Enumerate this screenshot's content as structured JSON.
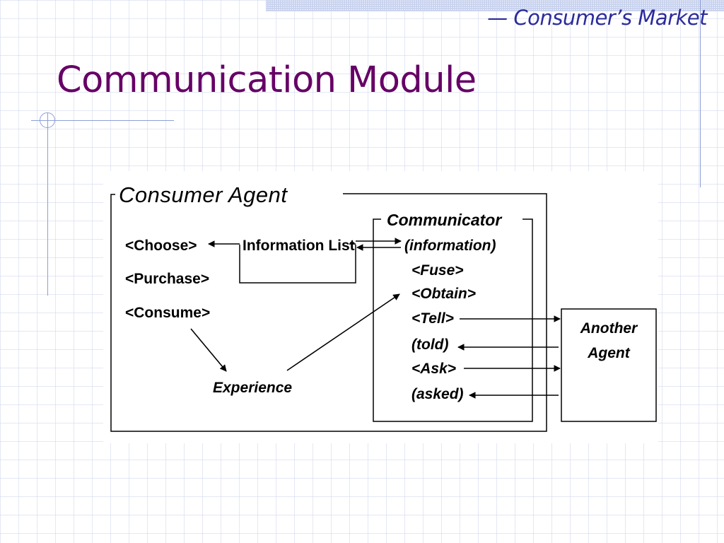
{
  "slide": {
    "section": "— Consumer’s Market",
    "title": "Communication Module"
  },
  "diagram": {
    "consumer_agent": "Consumer Agent",
    "communicator": "Communicator",
    "information_list": "Information List",
    "actions": {
      "choose": "<Choose>",
      "purchase": "<Purchase>",
      "consume": "<Consume>"
    },
    "experience": "Experience",
    "communicator_items": {
      "information": "(information)",
      "fuse": "<Fuse>",
      "obtain": "<Obtain>",
      "tell": "<Tell>",
      "told": "(told)",
      "ask": "<Ask>",
      "asked": "(asked)"
    },
    "another_agent": {
      "line1": "Another",
      "line2": "Agent"
    }
  }
}
